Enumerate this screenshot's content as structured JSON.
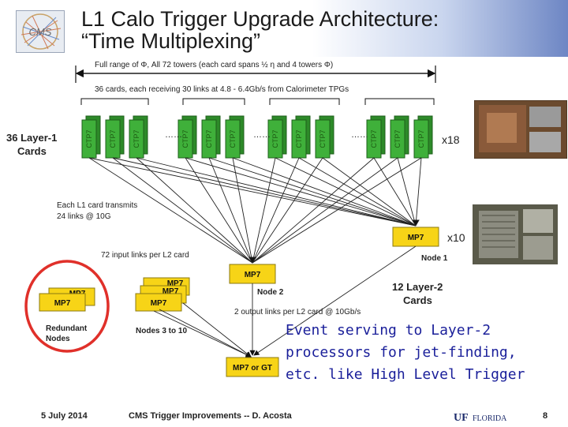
{
  "slide": {
    "title_line1": "L1 Calo Trigger Upgrade Architecture:",
    "title_line2": "“Time Multiplexing”",
    "logo_text": "CMS"
  },
  "diagram": {
    "full_range": "Full range of Φ, All 72 towers (each card spans ½ η and 4 towers Φ)",
    "cards_desc": "36 cards, each receiving 30 links at 4.8 - 6.4Gb/s from Calorimeter TPGs",
    "layer1_line1": "36 Layer-1",
    "layer1_line2": "Cards",
    "card_label": "CTP7",
    "dots": "……",
    "x18": "x18",
    "transmit_line1": "Each L1 card transmits",
    "transmit_line2": "24 links @ 10G",
    "input_links": "72 input links per L2 card",
    "mp7": "MP7",
    "x10": "x10",
    "node1": "Node 1",
    "node2": "Node 2",
    "layer2_line1": "12 Layer-2",
    "layer2_line2": "Cards",
    "output_links": "2 output links per L2 card @ 10Gb/s",
    "redundant_line1": "Redundant",
    "redundant_line2": "Nodes",
    "nodes_3_10": "Nodes 3 to 10",
    "mp7_or_gt": "MP7 or GT"
  },
  "event_text": {
    "line1": "Event serving to Layer-2",
    "line2": "processors for jet-finding,",
    "line3": "etc. like High Level Trigger"
  },
  "footer": {
    "date": "5 July 2014",
    "center": "CMS Trigger Improvements  -- D. Acosta",
    "university": "UF FLORIDA",
    "page": "8"
  },
  "colors": {
    "card_green": "#3fb03a",
    "mp7_yellow": "#f7d417",
    "event_text": "#1a1f9a",
    "red_circle": "#e0302a"
  }
}
